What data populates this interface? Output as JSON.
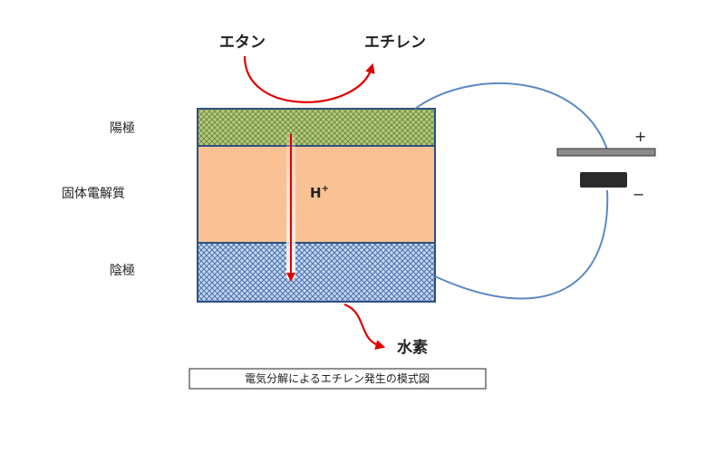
{
  "labels": {
    "reactant": "エタン",
    "product": "エチレン",
    "anode": "陽極",
    "electrolyte": "固体電解質",
    "cathode": "陰極",
    "proton": "H",
    "proton_sup": "+",
    "hydrogen": "水素",
    "battery_plus": "+",
    "battery_minus": "−"
  },
  "caption": "電気分解によるエチレン発生の模式図",
  "colors": {
    "anode_fill": "#b8c98a",
    "anode_pattern": "#6f8f2e",
    "electrolyte_fill": "#f9c194",
    "cathode_fill": "#c6d6ee",
    "cathode_pattern": "#4a72b0",
    "border": "#2f4f80",
    "wire": "#5b8ac6",
    "arrow": "#e00000"
  }
}
